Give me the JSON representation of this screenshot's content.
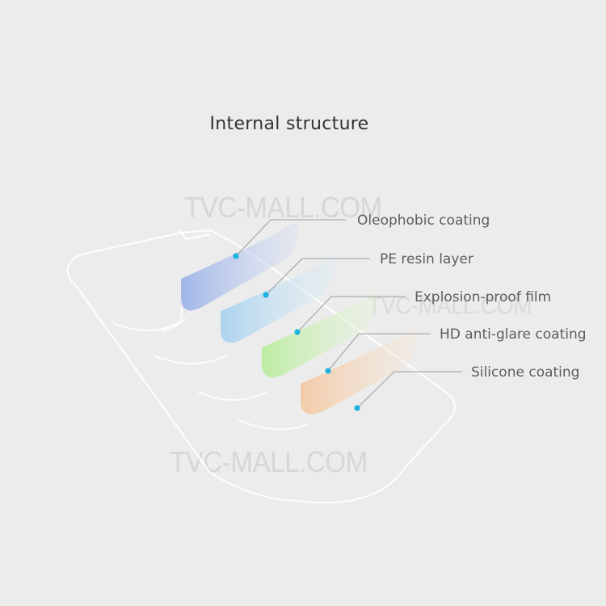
{
  "title": "Internal structure",
  "watermarks": [
    "TVC-MALL.COM",
    "TVC-MALL.COM",
    "TVC-MALL.COM"
  ],
  "layers": [
    {
      "label": "Oleophobic coating",
      "color": "#9db4e8"
    },
    {
      "label": "PE resin layer",
      "color": "#a9d2ef"
    },
    {
      "label": "Explosion-proof film",
      "color": "#b9ec9c"
    },
    {
      "label": "HD anti-glare coating",
      "color": "#f3c9a4"
    },
    {
      "label": "Silicone coating",
      "color": "#f0f0f0"
    }
  ],
  "colors": {
    "dot": "#1fb3e0",
    "line": "#9e9e9e",
    "background": "#ececec"
  }
}
